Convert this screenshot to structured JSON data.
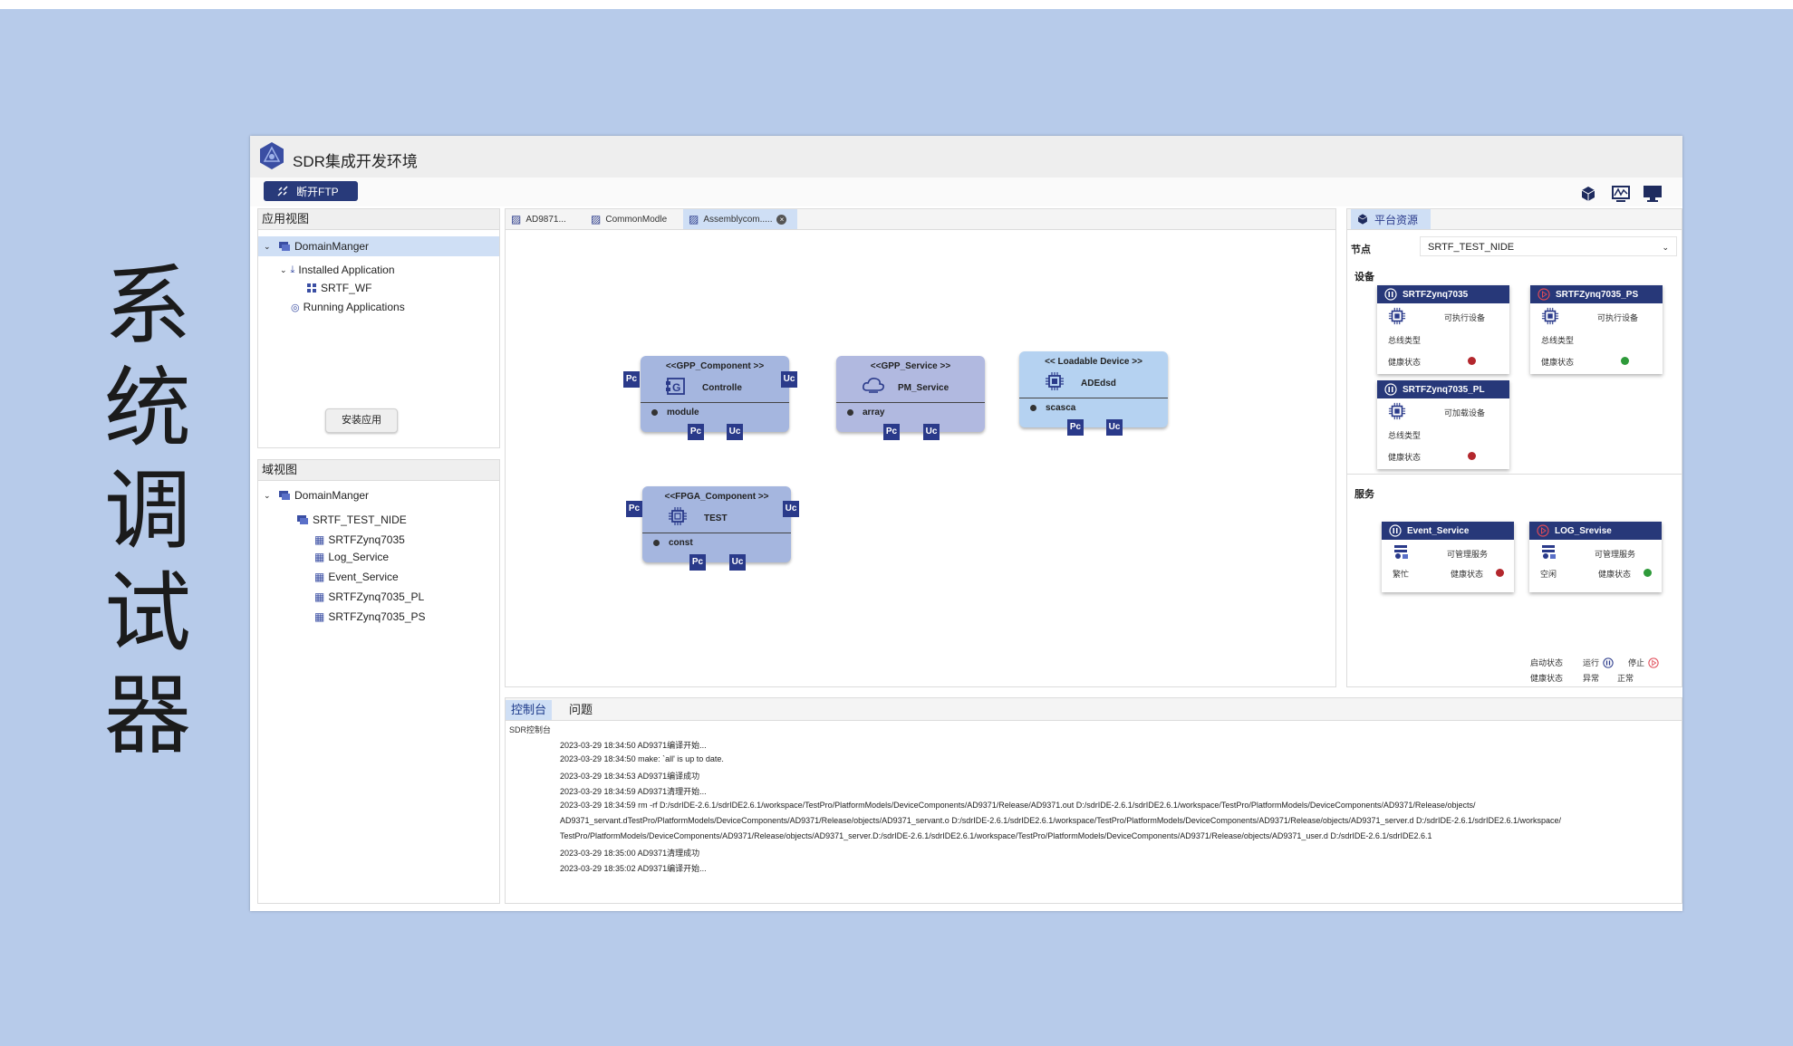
{
  "side_title": [
    "系",
    "统",
    "调",
    "试",
    "器"
  ],
  "app": {
    "title": "SDR集成开发环境"
  },
  "toolbar": {
    "disconnect_ftp_label": "断开FTP"
  },
  "app_view": {
    "title": "应用视图",
    "root": "DomainManger",
    "installed": "Installed Application",
    "installed_item": "SRTF_WF",
    "running": "Running Applications",
    "install_button": "安装应用"
  },
  "domain_view": {
    "title": "域视图",
    "root": "DomainManger",
    "node": "SRTF_TEST_NIDE",
    "items": [
      "SRTFZynq7035",
      "Log_Service",
      "Event_Service",
      "SRTFZynq7035_PL",
      "SRTFZynq7035_PS"
    ]
  },
  "editor": {
    "tabs": [
      "AD9871...",
      "CommonModle",
      "Assemblycom....."
    ],
    "components": [
      {
        "stereotype": "<<GPP_Component >>",
        "name": "Controlle",
        "attr": "module",
        "fill": "#a5b6df",
        "icon": "component-g-icon"
      },
      {
        "stereotype": "<<GPP_Service >>",
        "name": "PM_Service",
        "attr": "array",
        "fill": "#b1b9e0",
        "icon": "cloud-icon"
      },
      {
        "stereotype": "<< Loadable Device >>",
        "name": "ADEdsd",
        "attr": "scasca",
        "fill": "#b5d2f1",
        "icon": "chip-icon"
      },
      {
        "stereotype": "<<FPGA_Component >>",
        "name": "TEST",
        "attr": "const",
        "fill": "#a5b6df",
        "icon": "fpga-icon"
      }
    ],
    "port_pc": "Pc",
    "port_uc": "Uc"
  },
  "platform": {
    "tab": "平台资源",
    "node_label": "节点",
    "node_value": "SRTF_TEST_NIDE",
    "devices_label": "设备",
    "services_label": "服务",
    "devices": [
      {
        "name": "SRTFZynq7035",
        "type": "可执行设备",
        "bus": "总线类型",
        "health": "健康状态",
        "health_color": "#b3272d",
        "state_icon": "pause-icon"
      },
      {
        "name": "SRTFZynq7035_PS",
        "type": "可执行设备",
        "bus": "总线类型",
        "health": "健康状态",
        "health_color": "#2e9a3a",
        "state_icon": "play-icon"
      },
      {
        "name": "SRTFZynq7035_PL",
        "type": "可加载设备",
        "bus": "总线类型",
        "health": "健康状态",
        "health_color": "#b3272d",
        "state_icon": "pause-icon"
      }
    ],
    "services": [
      {
        "name": "Event_Service",
        "type": "可管理服务",
        "status": "繁忙",
        "health": "健康状态",
        "health_color": "#b3272d",
        "state_icon": "pause-icon"
      },
      {
        "name": "LOG_Srevise",
        "type": "可管理服务",
        "status": "空闲",
        "health": "健康状态",
        "health_color": "#2e9a3a",
        "state_icon": "play-icon"
      }
    ],
    "legend": {
      "start_state": "启动状态",
      "run": "运行",
      "stop": "停止",
      "health_state": "健康状态",
      "abnormal": "异常",
      "normal": "正常",
      "red": "#b3272d",
      "green": "#2e9a3a"
    }
  },
  "console": {
    "tabs": [
      "控制台",
      "问题"
    ],
    "subtitle": "SDR控制台",
    "lines": [
      "2023-03-29 18:34:50  AD9371编译开始...",
      "2023-03-29 18:34:50  make: `all' is up to date.",
      "2023-03-29 18:34:53  AD9371编译成功",
      "2023-03-29 18:34:59  AD9371清理开始...",
      "2023-03-29 18:34:59  rm -rf D:/sdrIDE-2.6.1/sdrIDE2.6.1/workspace/TestPro/PlatformModels/DeviceComponents/AD9371/Release/AD9371.out D:/sdrIDE-2.6.1/sdrIDE2.6.1/workspace/TestPro/PlatformModels/DeviceComponents/AD9371/Release/objects/",
      "AD9371_servant.dTestPro/PlatformModels/DeviceComponents/AD9371/Release/objects/AD9371_servant.o D:/sdrIDE-2.6.1/sdrIDE2.6.1/workspace/TestPro/PlatformModels/DeviceComponents/AD9371/Release/objects/AD9371_server.d D:/sdrIDE-2.6.1/sdrIDE2.6.1/workspace/",
      "TestPro/PlatformModels/DeviceComponents/AD9371/Release/objects/AD9371_server.D:/sdrIDE-2.6.1/sdrIDE2.6.1/workspace/TestPro/PlatformModels/DeviceComponents/AD9371/Release/objects/AD9371_user.d D:/sdrIDE-2.6.1/sdrIDE2.6.1",
      "2023-03-29 18:35:00  AD9371清理成功",
      "2023-03-29 18:35:02  AD9371编译开始..."
    ]
  }
}
